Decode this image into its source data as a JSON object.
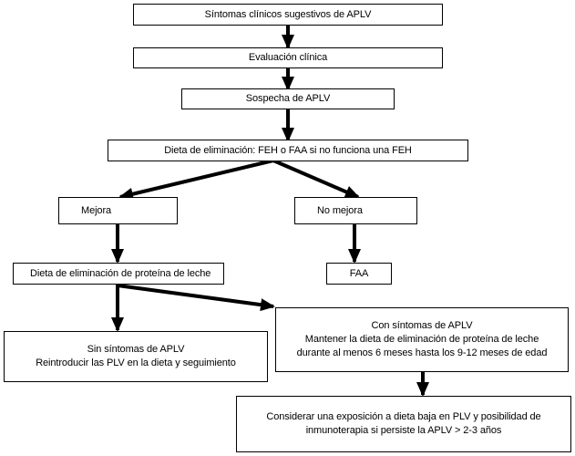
{
  "diagram": {
    "nodes": {
      "sintomas": {
        "lines": [
          "Síntomas clínicos sugestivos de APLV"
        ]
      },
      "evaluacion": {
        "lines": [
          "Evaluación clínica"
        ]
      },
      "sospecha": {
        "lines": [
          "Sospecha de APLV"
        ]
      },
      "dieta": {
        "lines": [
          "Dieta de eliminación: FEH o FAA si no funciona una FEH"
        ]
      },
      "mejora": {
        "lines": [
          "Mejora"
        ]
      },
      "no_mejora": {
        "lines": [
          "No mejora"
        ]
      },
      "dieta_proteina": {
        "lines": [
          "Dieta de eliminación de proteína de leche"
        ]
      },
      "faa": {
        "lines": [
          "FAA"
        ]
      },
      "sin_sintomas": {
        "lines": [
          "Sin síntomas de APLV",
          "Reintroducir las PLV en la dieta y seguimiento"
        ]
      },
      "con_sintomas": {
        "lines": [
          "Con síntomas de APLV",
          "Mantener la dieta de eliminación de proteína de leche",
          "durante al menos 6 meses hasta los 9-12 meses de edad"
        ]
      },
      "considerar": {
        "lines": [
          "Considerar una exposición a dieta baja en PLV y posibilidad de",
          "inmunoterapia si persiste la APLV > 2-3 años"
        ]
      }
    },
    "edges": [
      {
        "from": "sintomas",
        "to": "evaluacion"
      },
      {
        "from": "evaluacion",
        "to": "sospecha"
      },
      {
        "from": "sospecha",
        "to": "dieta"
      },
      {
        "from": "dieta",
        "to": "mejora"
      },
      {
        "from": "dieta",
        "to": "no_mejora"
      },
      {
        "from": "mejora",
        "to": "dieta_proteina"
      },
      {
        "from": "no_mejora",
        "to": "faa"
      },
      {
        "from": "dieta_proteina",
        "to": "sin_sintomas"
      },
      {
        "from": "dieta_proteina",
        "to": "con_sintomas"
      },
      {
        "from": "con_sintomas",
        "to": "considerar"
      }
    ]
  }
}
